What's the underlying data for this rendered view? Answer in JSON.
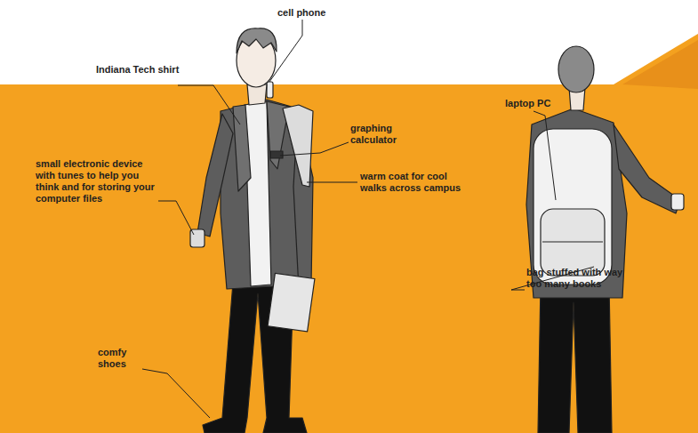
{
  "diagram": {
    "labels": [
      "cell phone",
      "Indiana Tech shirt",
      "small electronic device with tunes to help you think and for storing your computer files",
      "graphing calculator",
      "warm coat for cool walks across campus",
      "comfy shoes",
      "laptop PC",
      "bag stuffed with way too many books"
    ]
  }
}
